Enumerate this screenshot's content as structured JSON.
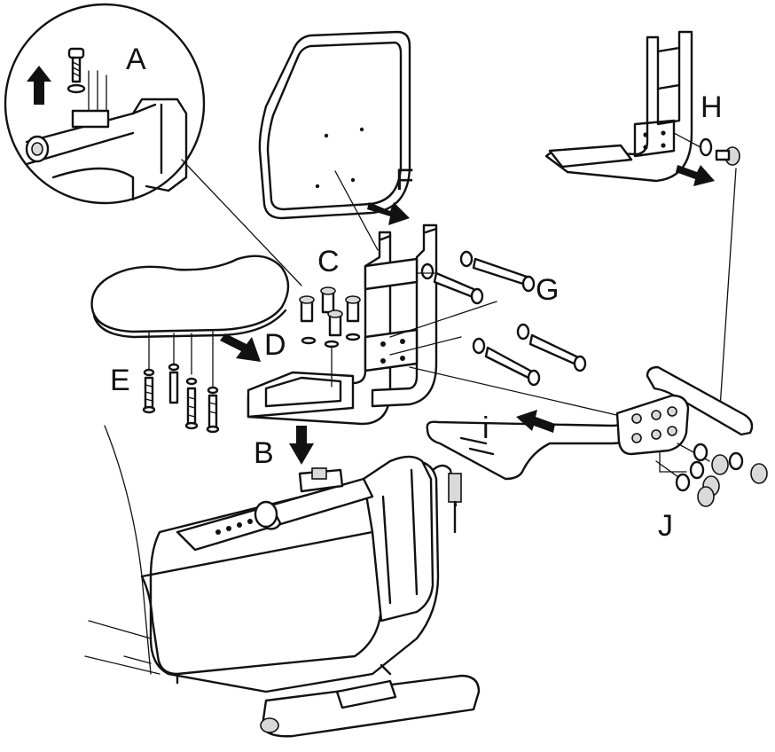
{
  "labels": {
    "A": "A",
    "B": "B",
    "C": "C",
    "D": "D",
    "E": "E",
    "F": "F",
    "G": "G",
    "H": "H",
    "i": "i",
    "J": "J"
  }
}
